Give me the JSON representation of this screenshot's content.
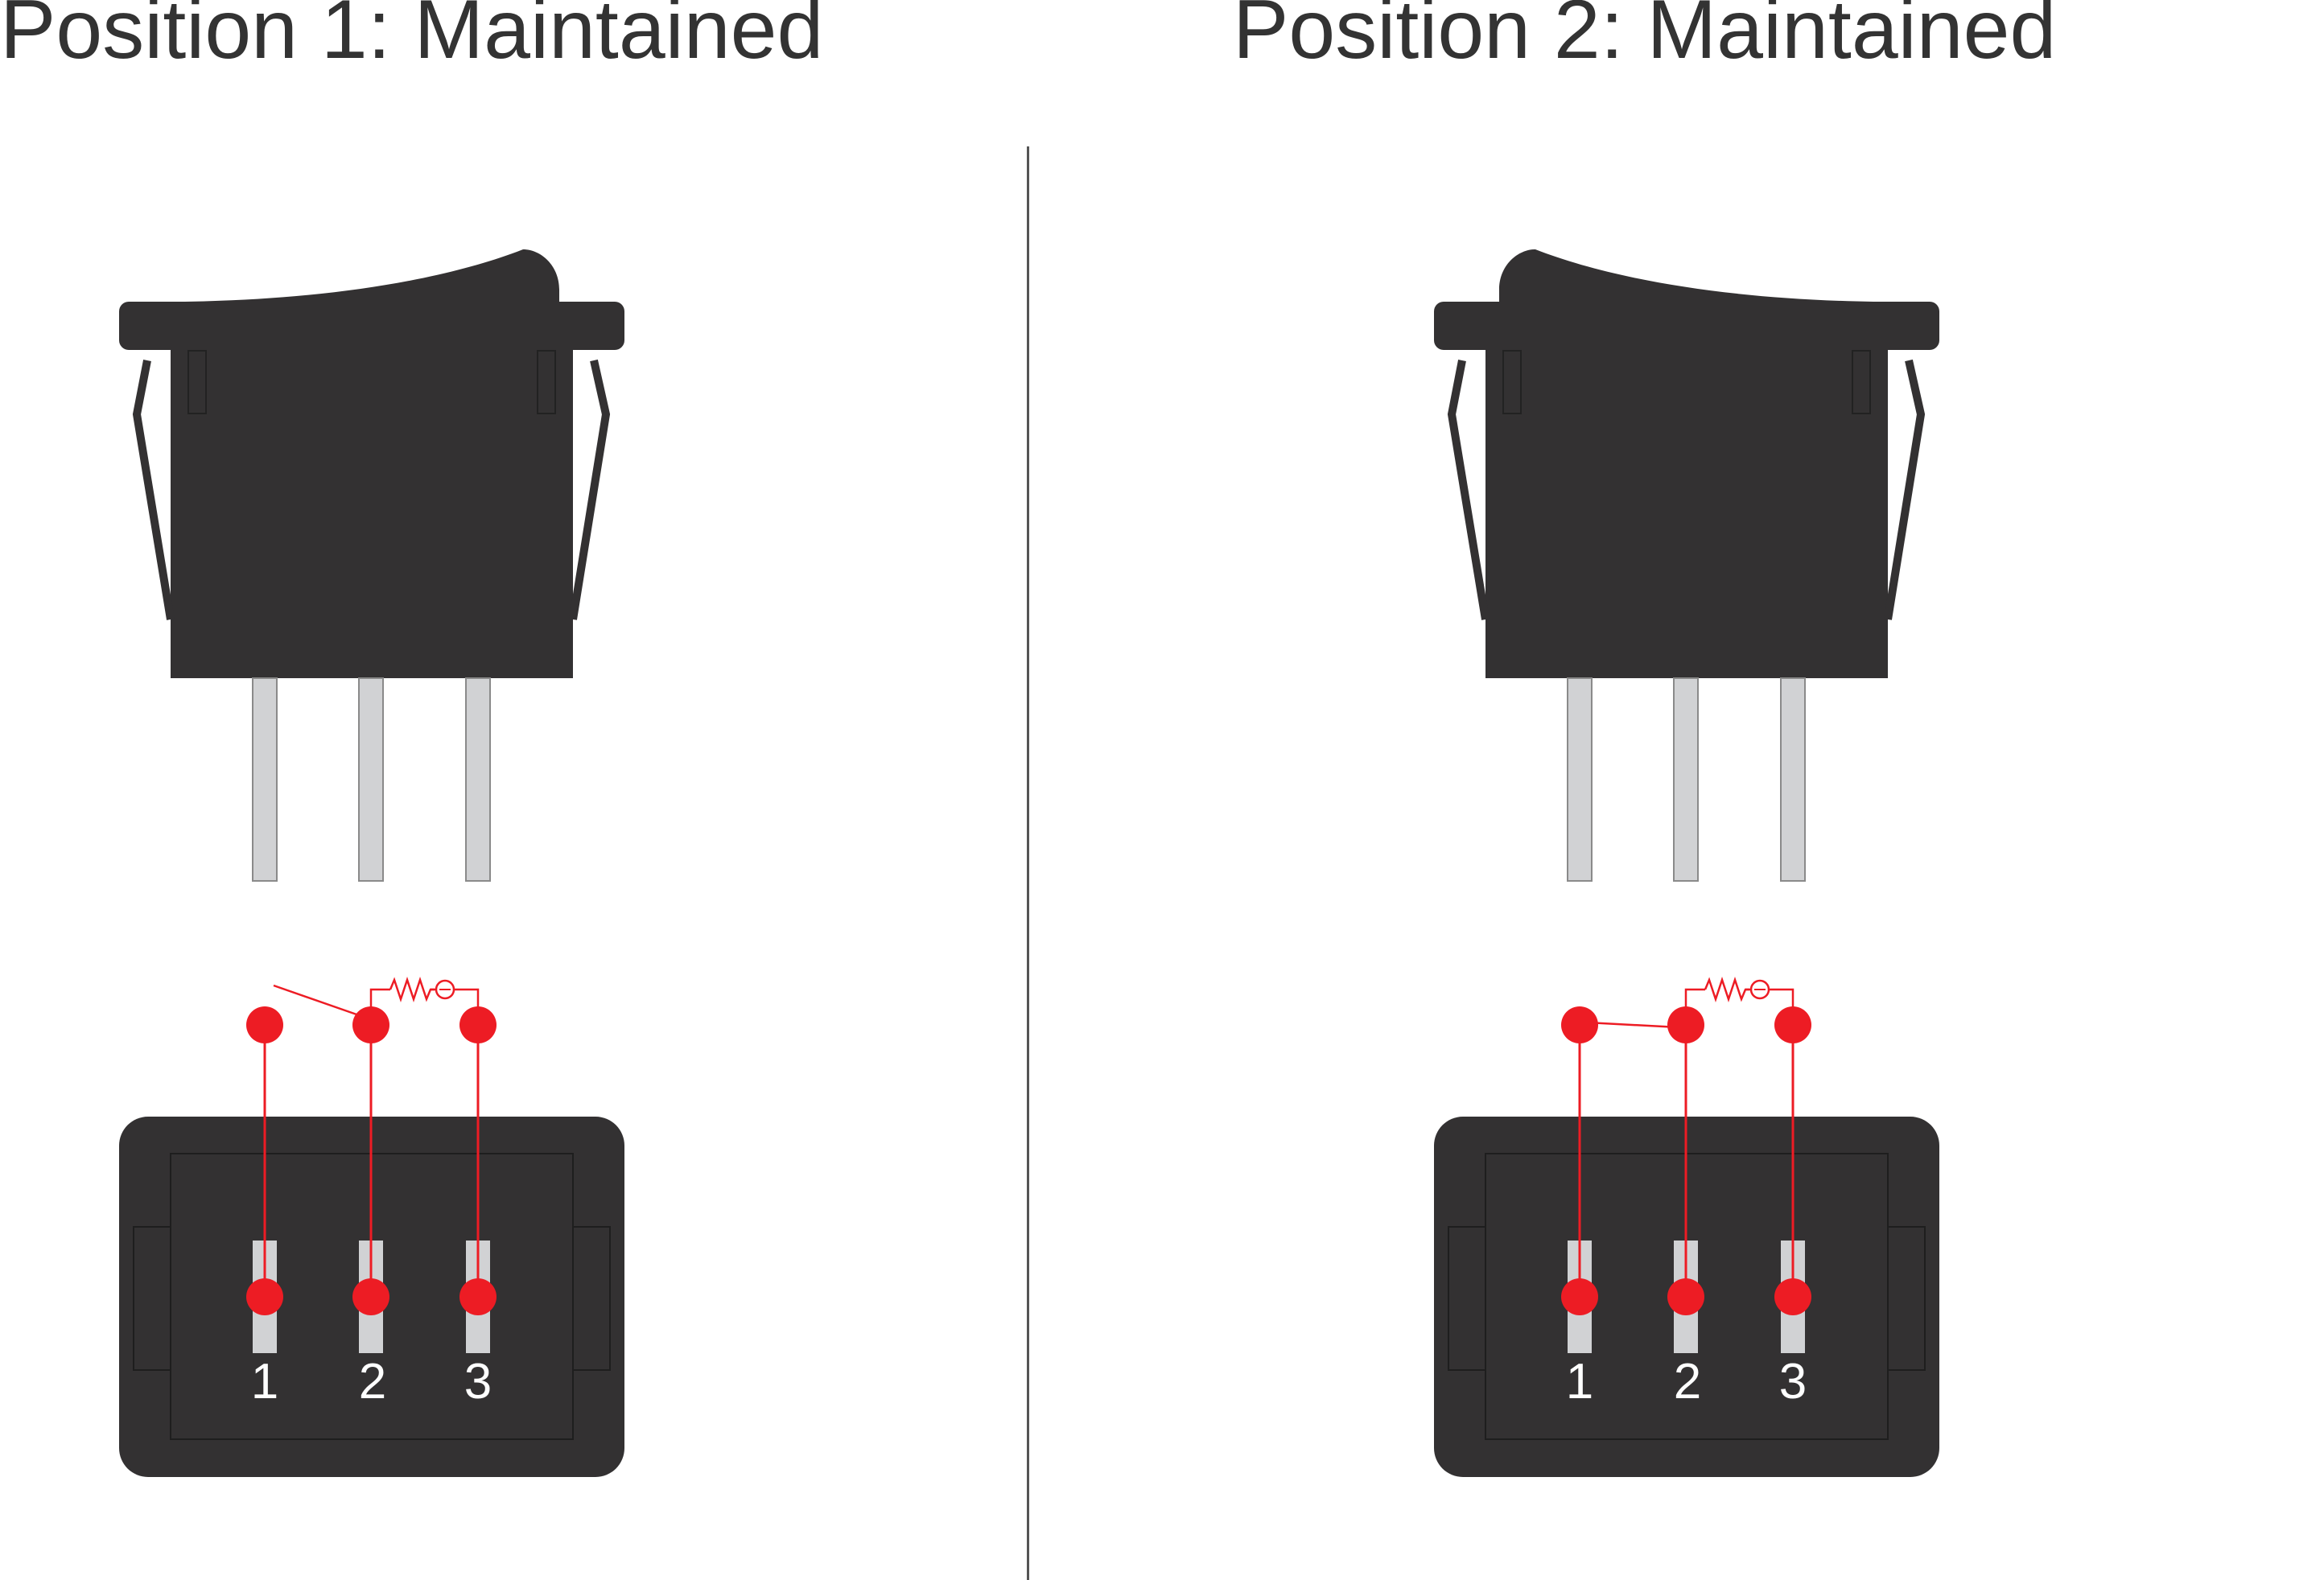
{
  "titles": {
    "position_1": "Position 1: Maintained",
    "position_2": "Position 2: Maintained"
  },
  "terminals": {
    "labels": [
      "1",
      "2",
      "3"
    ]
  },
  "diagrams": [
    {
      "position": 1,
      "rocker_pressed_side": "right",
      "circuit": "terminals 2 and 3 connected through indicator lamp; terminal 1 open"
    },
    {
      "position": 2,
      "rocker_pressed_side": "left",
      "circuit": "terminals 1 and 2 connected; terminals 2 and 3 connected through indicator lamp"
    }
  ],
  "colors": {
    "body": "#333132",
    "pin": "#d1d2d4",
    "contact": "#ed1c24",
    "title_text": "#333333",
    "divider": "#555555"
  },
  "icons": [
    "rocker-switch-side-view",
    "rocker-switch-bottom-view",
    "resistor-symbol",
    "lamp-symbol"
  ]
}
